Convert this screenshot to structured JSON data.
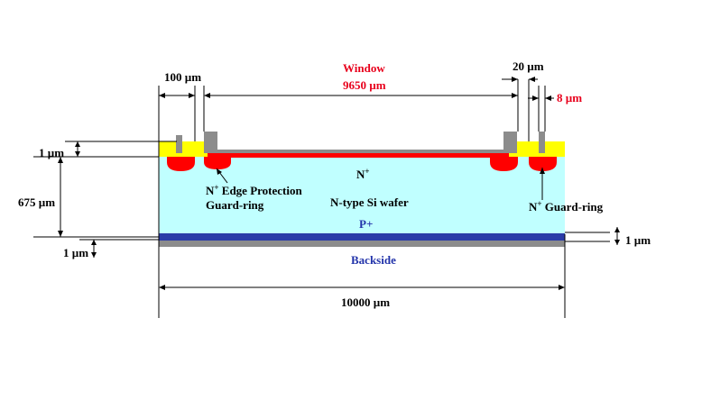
{
  "labels": {
    "window": "Window",
    "window_width": "9650 µm",
    "left_dim": "100 µm",
    "top_right_dim": "20 µm",
    "right_dim": "8 µm",
    "oxide_thickness": "1 µm",
    "wafer_thickness": "675 µm",
    "backside_left_thickness": "1 µm",
    "backside_right_thickness": "1 µm",
    "n_plus": "N",
    "n_plus_sup": "+",
    "edge_protection_line1_main": "N",
    "edge_protection_line1_sup": "+",
    "edge_protection_line1_rest": " Edge Protection",
    "edge_protection_line2": "Guard-ring",
    "wafer": "N-type Si wafer",
    "guard_ring_main": "N",
    "guard_ring_sup": "+",
    "guard_ring_rest": " Guard-ring",
    "p_plus": "P+",
    "backside": "Backside",
    "total_width": "10000 µm"
  },
  "colors": {
    "oxide": "#ffff00",
    "metal": "#8c8c8c",
    "n_plus_region": "#ff0000",
    "wafer": "#c0ffff",
    "p_plus_layer": "#2a3ba8",
    "backside_metal": "#8c8c8c",
    "red_text": "#e8001c",
    "blue_text": "#2233aa"
  }
}
